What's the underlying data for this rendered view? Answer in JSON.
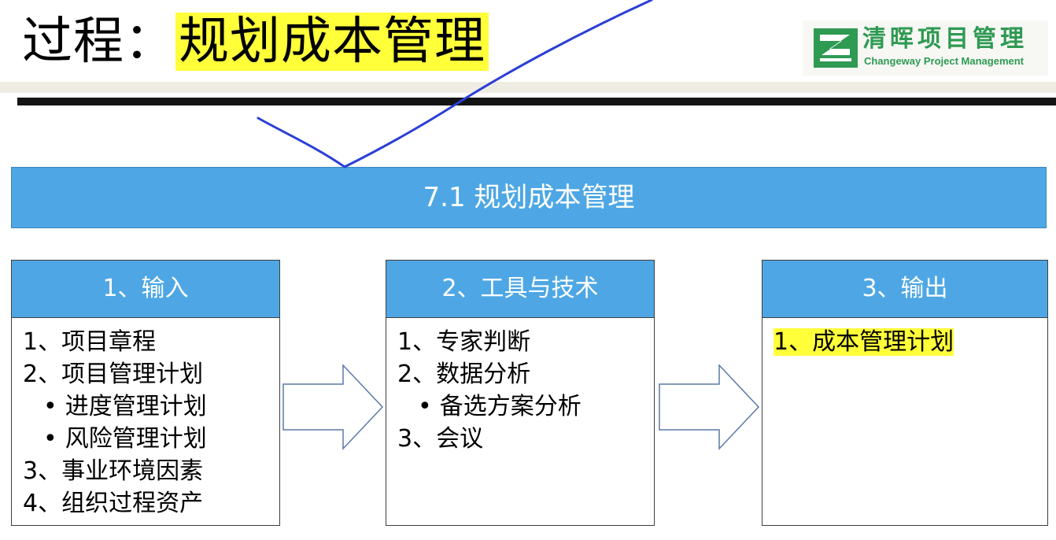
{
  "title": {
    "prefix": "过程：",
    "highlight": "规划成本管理"
  },
  "logo": {
    "chinese": "清晖项目管理",
    "english": "Changeway Project Management"
  },
  "process_bar": {
    "label": "7.1  规划成本管理"
  },
  "boxes": [
    {
      "header": "1、输入",
      "items": [
        {
          "text": "1、项目章程"
        },
        {
          "text": "2、项目管理计划"
        },
        {
          "text": "进度管理计划"
        },
        {
          "text": "风险管理计划"
        },
        {
          "text": "3、事业环境因素"
        },
        {
          "text": "4、组织过程资产"
        }
      ]
    },
    {
      "header": "2、工具与技术",
      "items": [
        {
          "text": "1、专家判断"
        },
        {
          "text": "2、数据分析"
        },
        {
          "text": "备选方案分析"
        },
        {
          "text": "3、会议"
        }
      ]
    },
    {
      "header": "3、输出",
      "items": [
        {
          "text": "1、成本管理计划"
        }
      ]
    }
  ],
  "colors": {
    "header_blue": "#4ea7e4",
    "highlight_yellow": "#ffff3a",
    "logo_green": "#2e9a52",
    "annotation_ink": "#2b3fd6"
  }
}
